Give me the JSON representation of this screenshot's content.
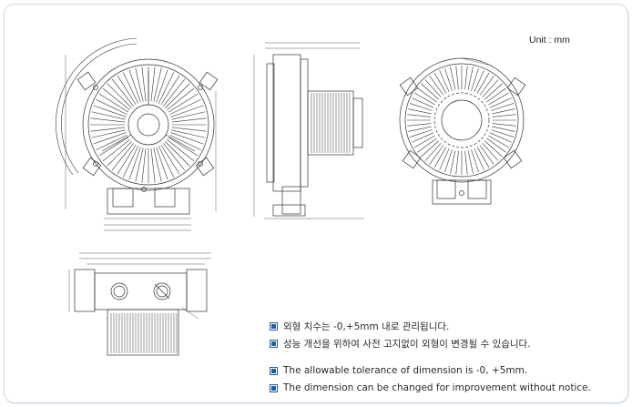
{
  "unit_label": "Unit : mm",
  "notes": [
    "외형 치수는 -0,+5mm 내로 관리됩니다.",
    "성능 개선을 위하여 사전 고지없이 외형이 변경될 수 있습니다.",
    "The allowable tolerance of dimension is -0, +5mm.",
    "The dimension can be changed for improvement without notice."
  ],
  "colors": {
    "bullet": "#1f5fa8",
    "line": "#333333",
    "frame": "#cfd8e4"
  }
}
